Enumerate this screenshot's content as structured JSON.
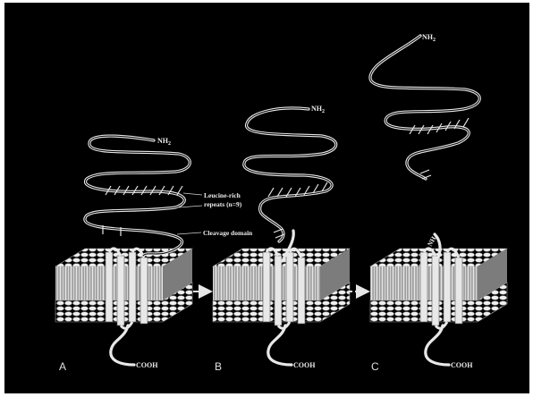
{
  "colors": {
    "background": "#000000",
    "frame": "#ffffff",
    "strand": "#e8e8e8",
    "membrane": "#cfcfcf"
  },
  "panels": [
    {
      "letter": "A",
      "nh2": "NH",
      "nh2_sub": "2",
      "cooh": "COOH",
      "callout_lrr_line1": "Leucine-rich",
      "callout_lrr_line2": "repeats (n=9)",
      "callout_cleavage": "Cleavage domain"
    },
    {
      "letter": "B",
      "nh2": "NH",
      "nh2_sub": "2",
      "cooh": "COOH"
    },
    {
      "letter": "C",
      "nh2": "NH",
      "nh2_sub": "2",
      "cooh": "COOH",
      "nh2_lower": "NH",
      "nh2_lower_sub": "2"
    }
  ],
  "arrows": [
    {
      "style": "solid"
    },
    {
      "style": "dashed"
    }
  ]
}
